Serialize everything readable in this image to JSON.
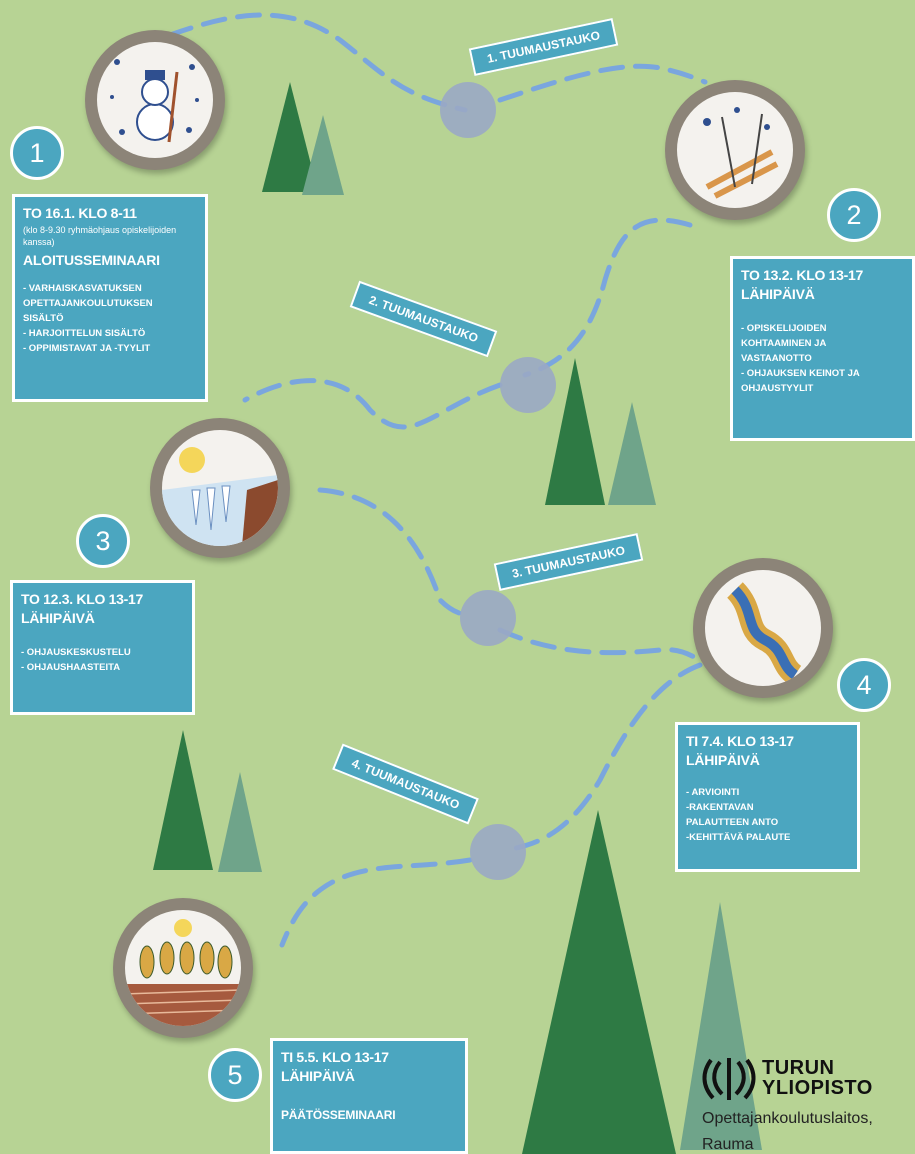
{
  "pauses": [
    {
      "label": "1. TUUMAUSTAUKO"
    },
    {
      "label": "2. TUUMAUSTAUKO"
    },
    {
      "label": "3. TUUMAUSTAUKO"
    },
    {
      "label": "4. TUUMAUSTAUKO"
    }
  ],
  "sessions": [
    {
      "number": "1",
      "date": "TO 16.1. KLO 8-11",
      "note": "(klo 8-9.30 ryhmäohjaus opiskelijoiden kanssa)",
      "heading": "ALOITUSSEMINAARI",
      "items": [
        "- VARHAISKASVATUKSEN",
        "OPETTAJANKOULUTUKSEN",
        "SISÄLTÖ",
        "- HARJOITTELUN SISÄLTÖ",
        "- OPPIMISTAVAT JA -TYYLIT"
      ]
    },
    {
      "number": "2",
      "date": "TO 13.2. KLO 13-17",
      "heading": "LÄHIPÄIVÄ",
      "items": [
        "- OPISKELIJOIDEN",
        "KOHTAAMINEN JA",
        "VASTAANOTTO",
        "- OHJAUKSEN KEINOT JA",
        "OHJAUSTYYLIT"
      ]
    },
    {
      "number": "3",
      "date": "TO 12.3. KLO 13-17",
      "heading": "LÄHIPÄIVÄ",
      "items": [
        "- OHJAUSKESKUSTELU",
        "- OHJAUSHAASTEITA"
      ]
    },
    {
      "number": "4",
      "date": "TI 7.4. KLO 13-17",
      "heading": "LÄHIPÄIVÄ",
      "items": [
        "- ARVIOINTI",
        "-RAKENTAVAN",
        "PALAUTTEEN ANTO",
        "-KEHITTÄVÄ PALAUTE"
      ]
    },
    {
      "number": "5",
      "date": "TI 5.5. KLO 13-17",
      "heading": "LÄHIPÄIVÄ",
      "final": "PÄÄTÖSSEMINAARI"
    }
  ],
  "logo": {
    "line1": "TURUN",
    "line2": "YLIOPISTO",
    "dept_line1": "Opettajankoulutuslaitos,",
    "dept_line2": "Rauma"
  },
  "colors": {
    "background": "#b7d394",
    "box": "#4ba6c0",
    "path": "#7aa6de",
    "waypoint": "#9aa8c4",
    "tree_dark": "#2e7a44",
    "tree_light": "#6fa48a"
  }
}
